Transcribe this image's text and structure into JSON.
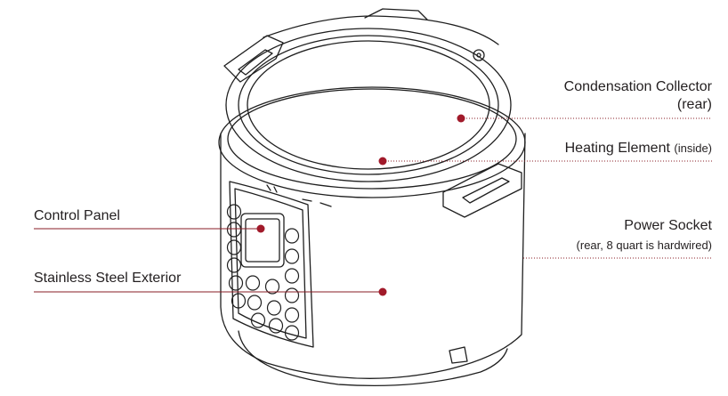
{
  "colors": {
    "leader": "#8a1c25",
    "dot": "#a11a2a",
    "outline": "#1f1f1f",
    "text": "#231f20"
  },
  "labels": {
    "condensation": {
      "title": "Condensation Collector",
      "note": "(rear)"
    },
    "heating": {
      "title": "Heating Element",
      "note": "(inside)"
    },
    "power": {
      "title": "Power Socket",
      "note": "(rear, 8 quart is hardwired)"
    },
    "control": {
      "title": "Control Panel"
    },
    "exterior": {
      "title": "Stainless Steel Exterior"
    }
  }
}
